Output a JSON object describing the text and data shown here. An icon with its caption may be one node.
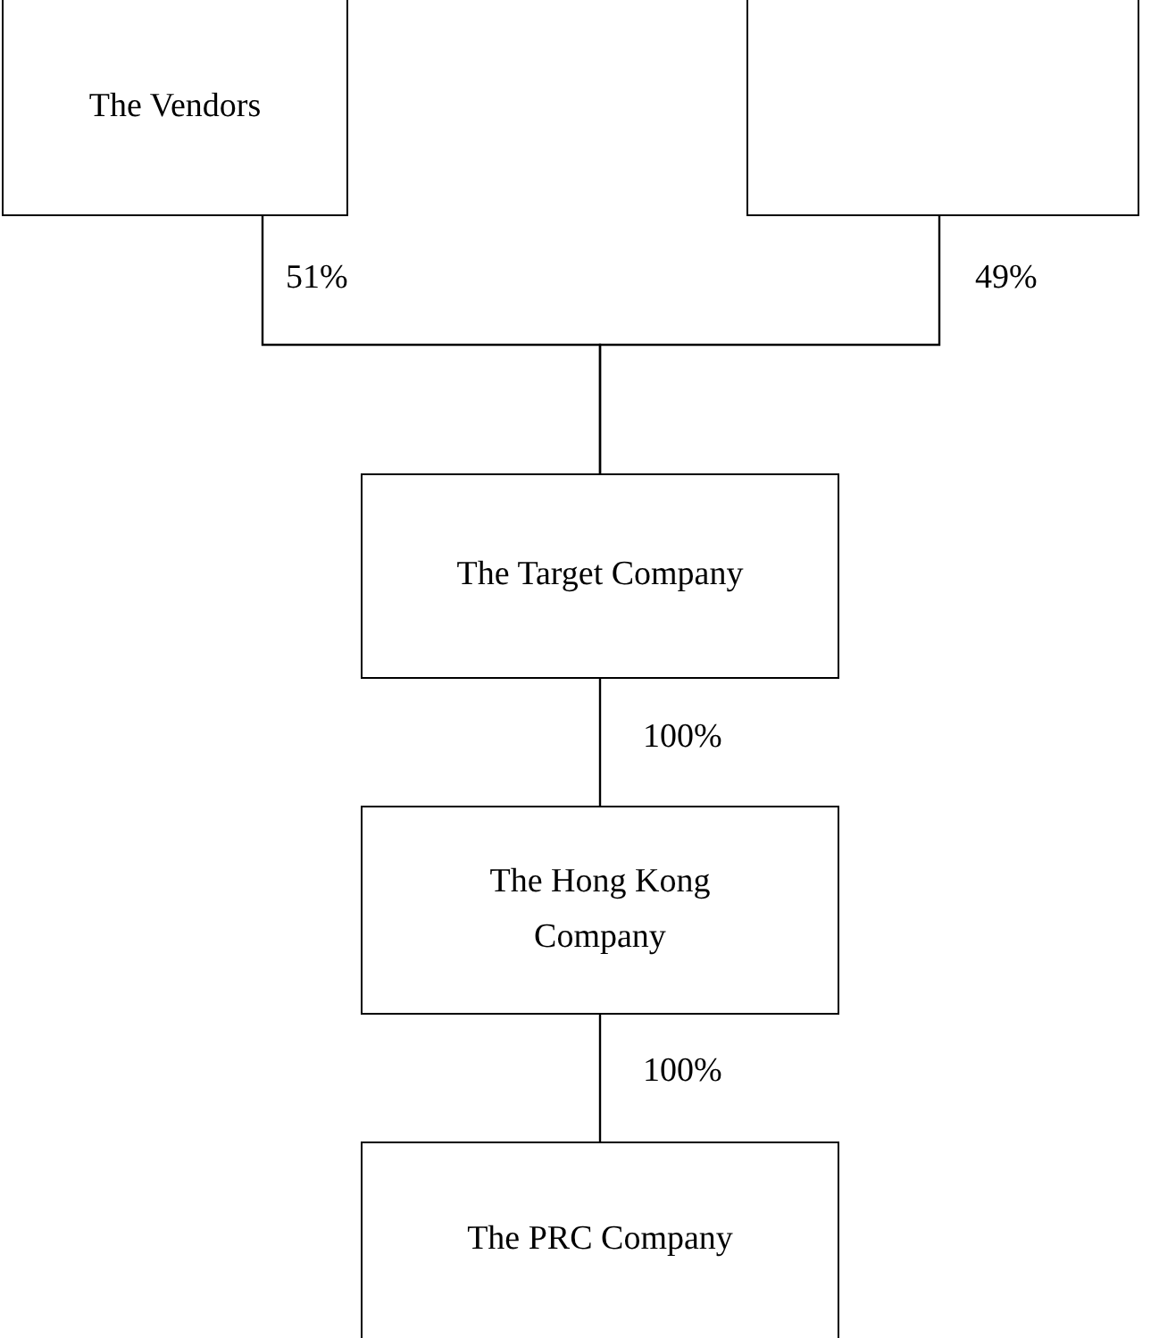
{
  "diagram": {
    "nodes": [
      {
        "text": [
          "The Vendors"
        ]
      },
      {
        "text": [],
        "shape": "box"
      },
      {
        "text": [
          "The Target Company"
        ]
      },
      {
        "text": [
          "The Hong Kong Company"
        ]
      },
      {
        "text": [
          "The PRC Company"
        ]
      }
    ],
    "edges": [
      {
        "from": 0,
        "to": 2,
        "arrow": "none",
        "label": "51%"
      },
      {
        "from": 1,
        "to": 2,
        "arrow": "none",
        "label": "49%"
      },
      {
        "from": 2,
        "to": 3,
        "arrow": "none",
        "label": "100%"
      },
      {
        "from": 3,
        "to": 4,
        "arrow": "none",
        "label": "100%"
      }
    ]
  }
}
